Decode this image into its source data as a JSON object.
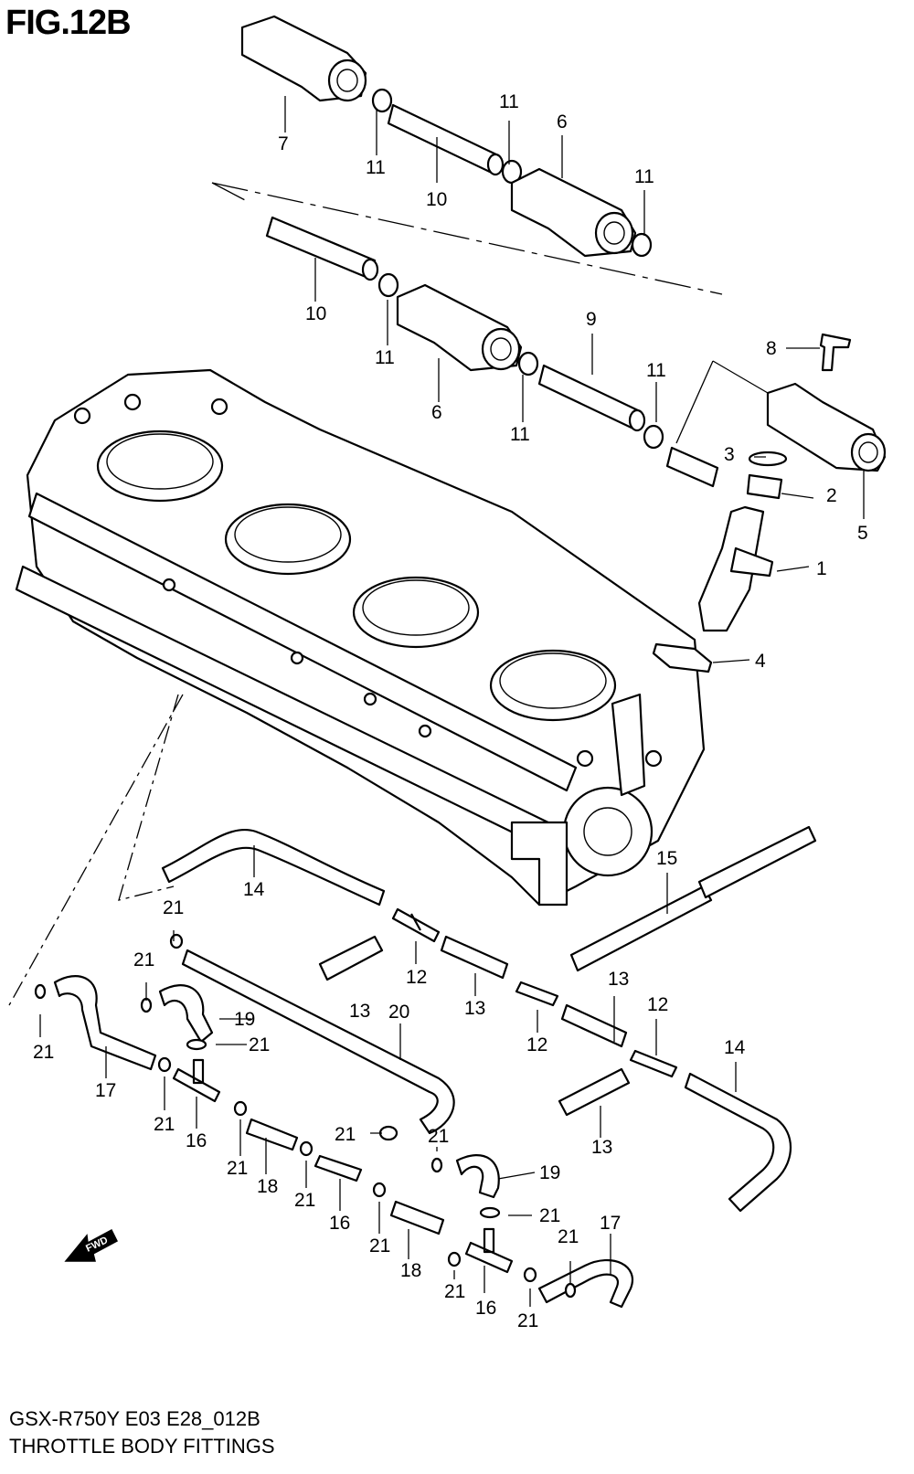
{
  "figure_title": "FIG.12B",
  "model_code": "GSX-R750Y E03 E28_012B",
  "diagram_title": "THROTTLE BODY FITTINGS",
  "fwd_label": "FWD",
  "callouts": [
    "7",
    "11",
    "10",
    "11",
    "6",
    "11",
    "10",
    "11",
    "6",
    "9",
    "11",
    "11",
    "8",
    "3",
    "2",
    "5",
    "1",
    "4",
    "15",
    "14",
    "21",
    "12",
    "13",
    "12",
    "13",
    "21",
    "19",
    "21",
    "20",
    "13",
    "12",
    "14",
    "21",
    "17",
    "21",
    "16",
    "21",
    "18",
    "21",
    "21",
    "16",
    "21",
    "19",
    "21",
    "18",
    "21",
    "17",
    "21",
    "16",
    "21",
    "21"
  ]
}
